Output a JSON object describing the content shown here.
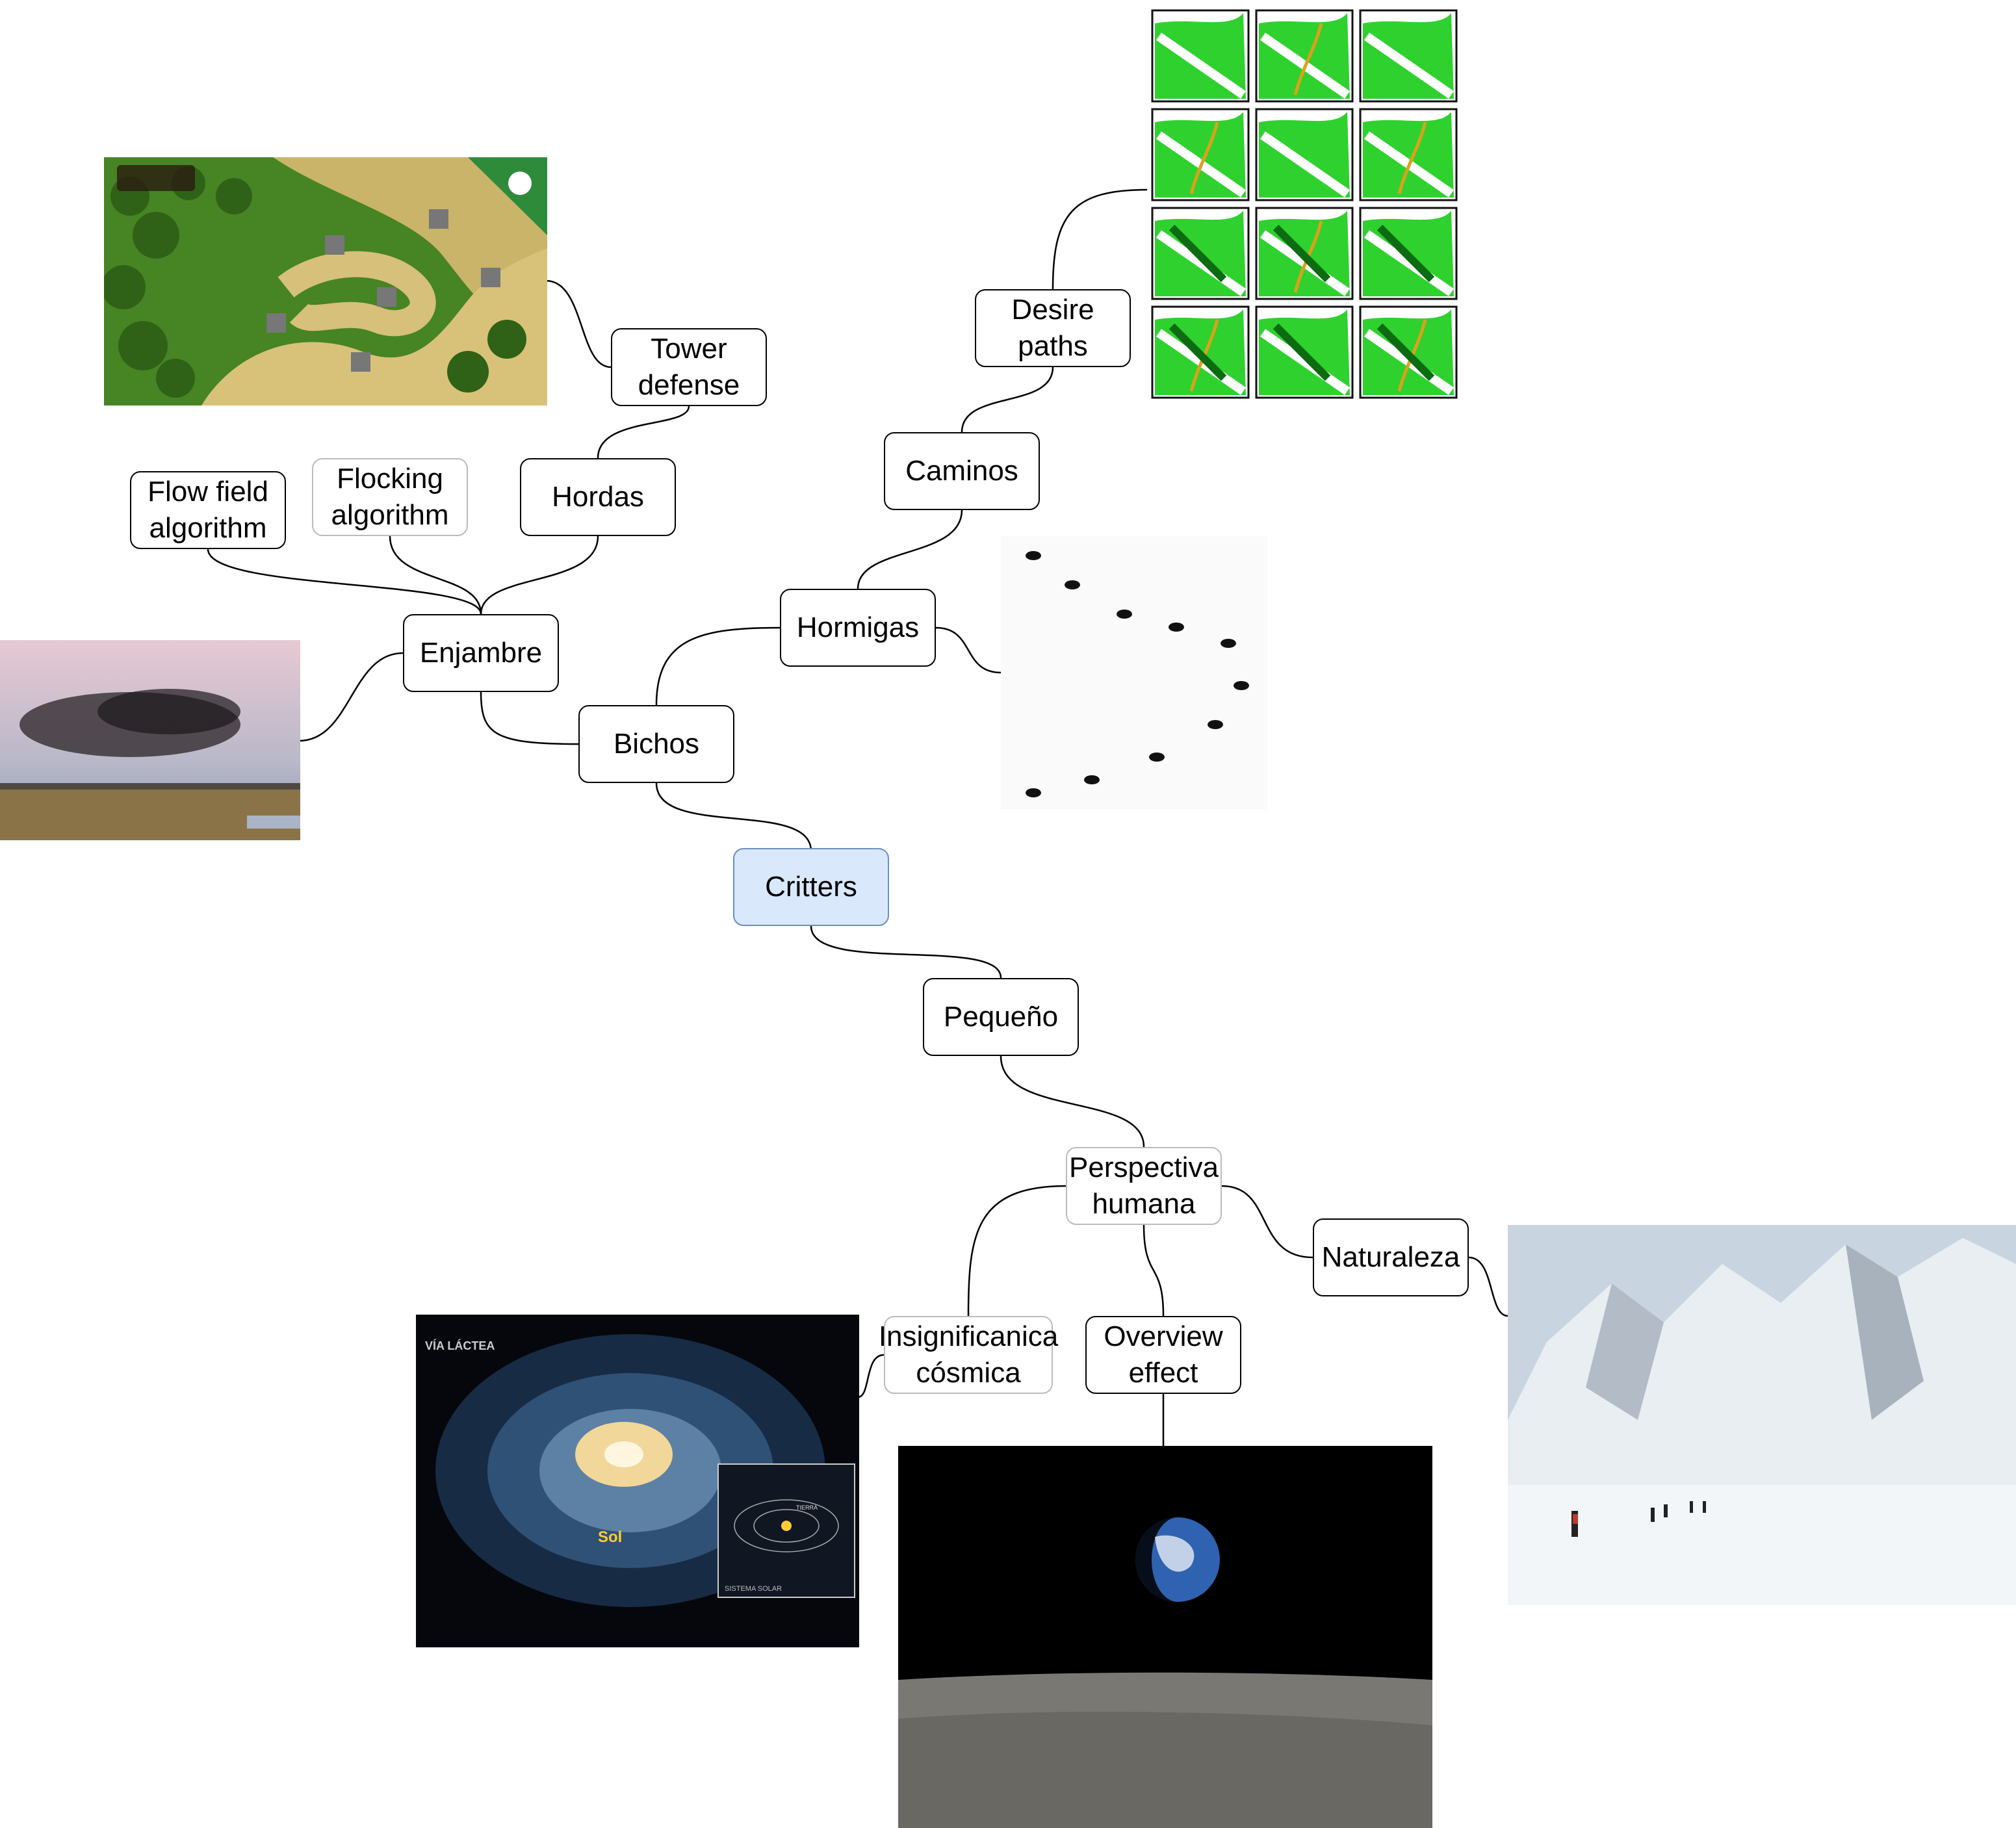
{
  "root": "Critters",
  "nodes": {
    "critters": "Critters",
    "bichos": "Bichos",
    "hormigas": "Hormigas",
    "caminos": "Caminos",
    "desire_paths": "Desire\npaths",
    "enjambre": "Enjambre",
    "flow_field": "Flow field\nalgorithm",
    "flocking": "Flocking\nalgorithm",
    "hordas": "Hordas",
    "tower_defense": "Tower\ndefense",
    "pequeno": "Pequeño",
    "perspectiva_humana": "Perspectiva\nhumana",
    "naturaleza": "Naturaleza",
    "insignificancia": "Insignificanica\ncósmica",
    "overview_effect": "Overview\neffect"
  },
  "images": {
    "tower_defense_game": {
      "icon": "tower-defense-game-screenshot"
    },
    "desire_paths_sketches": {
      "icon": "desire-paths-sketch-grid"
    },
    "ant_trail": {
      "icon": "ant-trail-photo"
    },
    "bird_swarm": {
      "icon": "starling-murmuration-photo"
    },
    "milky_way": {
      "icon": "milky-way-map",
      "label_title": "VÍA LÁCTEA",
      "label_sun": "Sol",
      "label_system": "SISTEMA SOLAR",
      "label_earth": "TIERRA"
    },
    "earthrise": {
      "icon": "earthrise-photo"
    },
    "mountaineers": {
      "icon": "snow-mountain-expedition-photo"
    }
  },
  "colors": {
    "root_fill": "#dae8fc",
    "root_stroke": "#6c8ebf",
    "node_stroke": "#000000"
  }
}
